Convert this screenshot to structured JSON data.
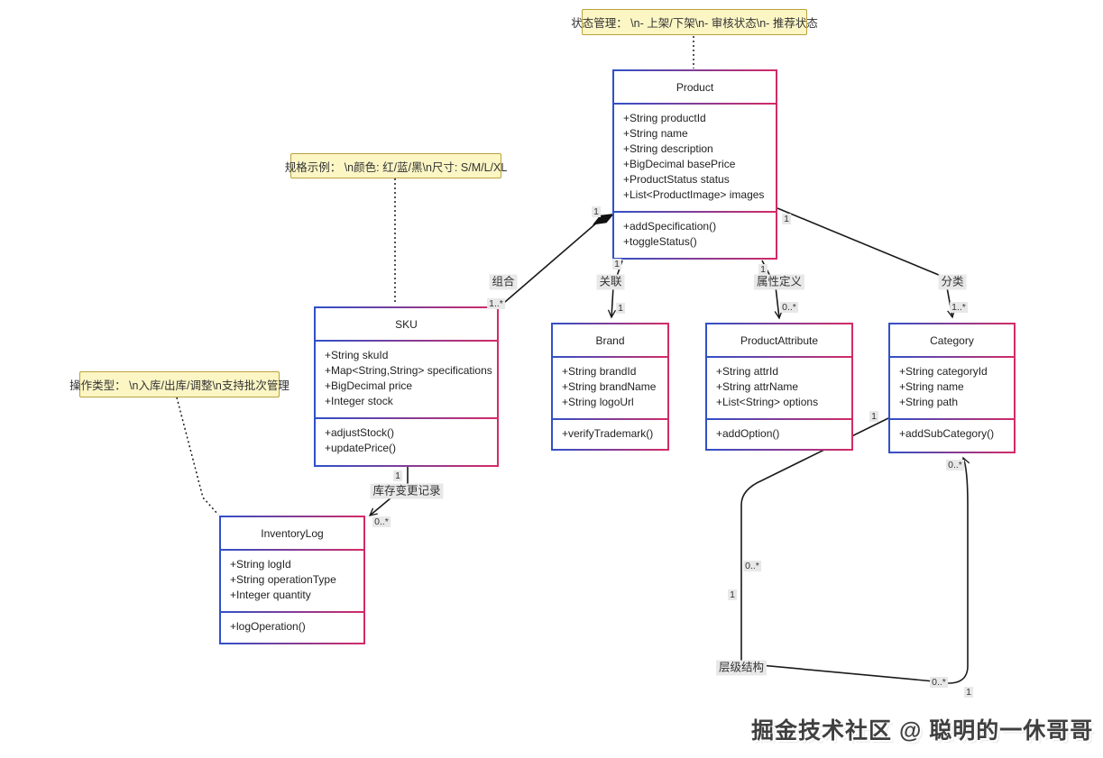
{
  "diagram": {
    "classes": [
      {
        "id": "product",
        "name": "Product",
        "attributes": [
          "+String productId",
          "+String name",
          "+String description",
          "+BigDecimal basePrice",
          "+ProductStatus status",
          "+List<ProductImage> images"
        ],
        "methods": [
          "+addSpecification()",
          "+toggleStatus()"
        ]
      },
      {
        "id": "sku",
        "name": "SKU",
        "attributes": [
          "+String skuId",
          "+Map<String,String> specifications",
          "+BigDecimal price",
          "+Integer stock"
        ],
        "methods": [
          "+adjustStock()",
          "+updatePrice()"
        ]
      },
      {
        "id": "brand",
        "name": "Brand",
        "attributes": [
          "+String brandId",
          "+String brandName",
          "+String logoUrl"
        ],
        "methods": [
          "+verifyTrademark()"
        ]
      },
      {
        "id": "product-attribute",
        "name": "ProductAttribute",
        "attributes": [
          "+String attrId",
          "+String attrName",
          "+List<String> options"
        ],
        "methods": [
          "+addOption()"
        ]
      },
      {
        "id": "category",
        "name": "Category",
        "attributes": [
          "+String categoryId",
          "+String name",
          "+String path"
        ],
        "methods": [
          "+addSubCategory()"
        ]
      },
      {
        "id": "inventory-log",
        "name": "InventoryLog",
        "attributes": [
          "+String logId",
          "+String operationType",
          "+Integer quantity"
        ],
        "methods": [
          "+logOperation()"
        ]
      }
    ],
    "notes": [
      {
        "id": "status-management",
        "text": "状态管理： \\n- 上架/下架\\n- 审核状态\\n- 推荐状态"
      },
      {
        "id": "spec-example",
        "text": "规格示例： \\n颜色: 红/蓝/黑\\n尺寸: S/M/L/XL"
      },
      {
        "id": "operation-type",
        "text": "操作类型： \\n入库/出库/调整\\n支持批次管理"
      }
    ],
    "edges": {
      "composition": {
        "label": "组合",
        "source_mult": "1",
        "target_mult": "1..*"
      },
      "association": {
        "label": "关联",
        "source_mult": "1",
        "target_mult": "1"
      },
      "attribute_definition": {
        "label": "属性定义",
        "source_mult": "1",
        "target_mult": "0..*"
      },
      "classification": {
        "label": "分类",
        "source_mult": "1",
        "target_mult": "1..*"
      },
      "inventory_record": {
        "label": "库存变更记录",
        "source_mult": "1",
        "target_mult": "0..*"
      },
      "hierarchy": {
        "label": "层级结构",
        "multiplicities": [
          "1",
          "0..*",
          "0..*",
          "1",
          "0..*",
          "1"
        ]
      }
    },
    "watermark": "掘金技术社区 @ 聪明的一休哥哥",
    "colors": {
      "border_blue": "#3050c8",
      "border_red": "#d42a66",
      "note_bg": "#fcf6c5",
      "note_border": "#b9a23b",
      "label_bg": "#e8e8e8",
      "edge": "#1a1a1a"
    }
  }
}
